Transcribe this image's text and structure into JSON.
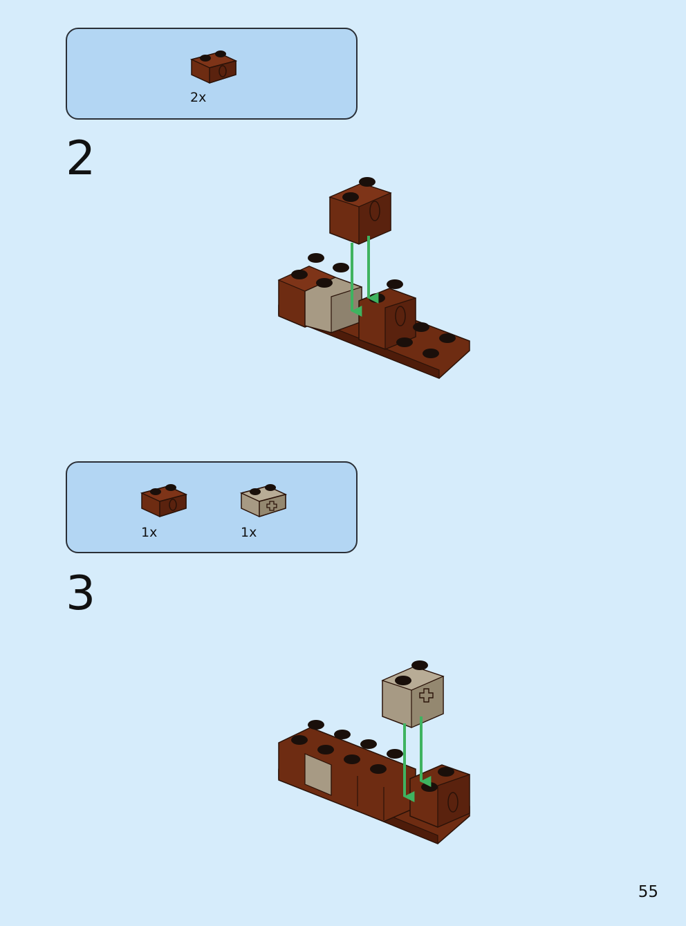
{
  "colors": {
    "background": "#d6ecfb",
    "parts_box": "#b3d6f3",
    "brown_brick": "#6e2c12",
    "tan_brick": "#a79a84",
    "arrow": "#3fb360"
  },
  "parts_box_1": {
    "items": [
      {
        "piece": "reddish-brown-technic-brick-1x2-icon",
        "quantity": "2x"
      }
    ]
  },
  "step_2": {
    "number": "2"
  },
  "parts_box_2": {
    "items": [
      {
        "piece": "reddish-brown-technic-brick-1x2-icon",
        "quantity": "1x"
      },
      {
        "piece": "tan-technic-brick-1x2-axle-hole-icon",
        "quantity": "1x"
      }
    ]
  },
  "step_3": {
    "number": "3"
  },
  "page": {
    "number": "55"
  }
}
